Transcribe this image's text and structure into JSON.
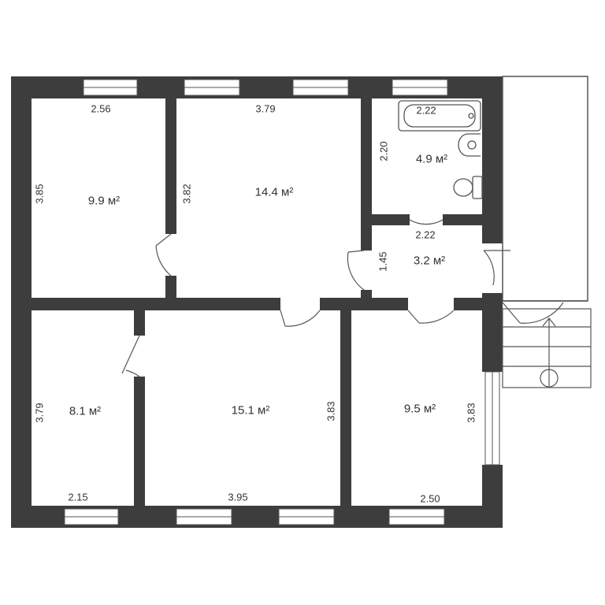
{
  "floorplan": {
    "colors": {
      "wall": "#3d3d3d",
      "window": "#ffffff",
      "line": "#555555",
      "text": "#333333"
    },
    "rooms": [
      {
        "id": "room-nw",
        "area": "9.9 м²",
        "width": "2.56",
        "height": "3.85"
      },
      {
        "id": "room-n",
        "area": "14.4 м²",
        "width": "3.79",
        "height": "3.82"
      },
      {
        "id": "bathroom",
        "area": "4.9 м²",
        "width": "2.22",
        "height": "2.20",
        "icons": [
          "bathtub-icon",
          "sink-icon",
          "toilet-icon"
        ]
      },
      {
        "id": "hall",
        "area": "3.2 м²",
        "width": "2.22",
        "height": "1.45"
      },
      {
        "id": "room-sw",
        "area": "8.1 м²",
        "width": "2.15",
        "height": "3.79"
      },
      {
        "id": "room-s",
        "area": "15.1 м²",
        "width": "3.95",
        "height": "3.83"
      },
      {
        "id": "room-se",
        "area": "9.5 м²",
        "width": "2.50",
        "height": "3.83"
      }
    ],
    "entrance": {
      "icon": "entrance-arrow-icon"
    }
  }
}
